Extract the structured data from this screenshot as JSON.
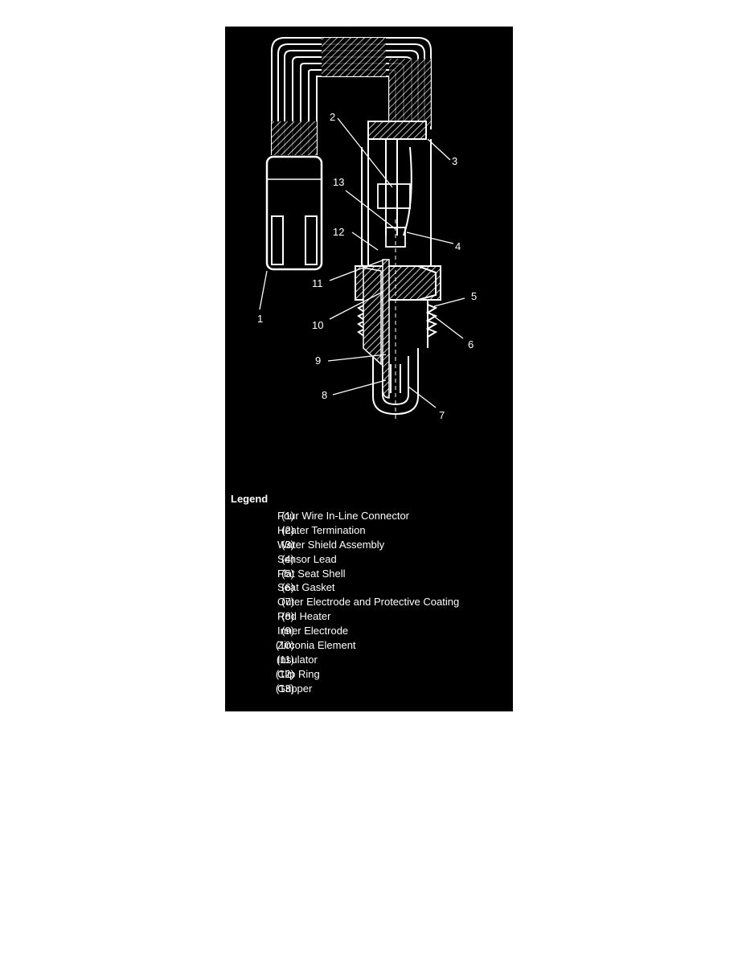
{
  "figure": {
    "callouts": [
      "1",
      "2",
      "3",
      "4",
      "5",
      "6",
      "7",
      "8",
      "9",
      "10",
      "11",
      "12",
      "13"
    ],
    "panel_color": "#000000",
    "line_color": "#ffffff"
  },
  "legend": {
    "title": "Legend",
    "items": [
      {
        "num": "(1)",
        "text": "Four Wire In-Line Connector"
      },
      {
        "num": "(2)",
        "text": "Heater Termination"
      },
      {
        "num": "(3)",
        "text": "Water Shield Assembly"
      },
      {
        "num": "(4)",
        "text": "Sensor Lead"
      },
      {
        "num": "(5)",
        "text": "Flat Seat Shell"
      },
      {
        "num": "(6)",
        "text": "Seat Gasket"
      },
      {
        "num": "(7)",
        "text": "Outer Electrode and Protective Coating"
      },
      {
        "num": "(8)",
        "text": "Rod Heater"
      },
      {
        "num": "(9)",
        "text": "Inner Electrode"
      },
      {
        "num": "(10)",
        "text": "Zirconia Element"
      },
      {
        "num": "(11)",
        "text": "Insulator"
      },
      {
        "num": "(12)",
        "text": "Clip Ring"
      },
      {
        "num": "(13)",
        "text": "Gripper"
      }
    ]
  }
}
